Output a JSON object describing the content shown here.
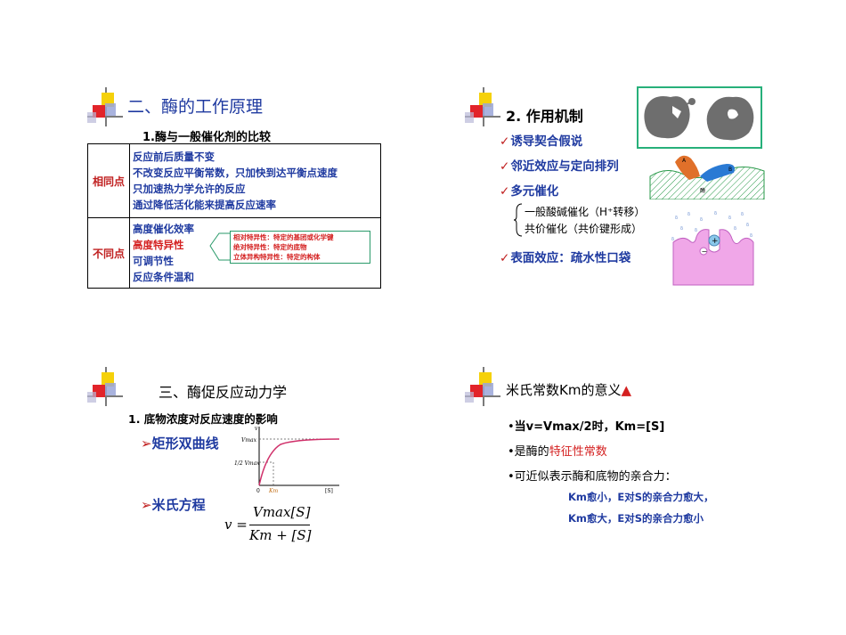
{
  "slide1": {
    "title": "二、酶的工作原理",
    "subtitle": "1.酶与一般催化剂的比较",
    "table": {
      "rows": [
        {
          "header": "相同点",
          "lines": [
            "反应前后质量不变",
            "不改变反应平衡常数，只加快到达平衡点速度",
            "只加速热力学允许的反应",
            "通过降低活化能来提高反应速率"
          ]
        },
        {
          "header": "不同点",
          "lines": [
            "高度催化效率",
            "高度特异性",
            "可调节性",
            "反应条件温和"
          ]
        }
      ]
    },
    "callout": [
      "相对特异性：特定的基团或化学键",
      "绝对特异性：特定的底物",
      "立体异构特异性：特定的构体"
    ]
  },
  "slide2": {
    "title": "2. 作用机制",
    "items": [
      "诱导契合假说",
      "邻近效应与定向排列",
      "多元催化",
      "表面效应：疏水性口袋"
    ],
    "sub_items": [
      "一般酸碱催化（H⁺转移）",
      "共价催化（共价键形成）"
    ],
    "diagram_labels": {
      "a": "A",
      "b": "B",
      "enzyme": "酶",
      "plus": "+",
      "minus": "−"
    }
  },
  "slide3": {
    "title": "三、酶促反应动力学",
    "subtitle": "1. 底物浓度对反应速度的影响",
    "items": [
      "矩形双曲线",
      "米氏方程"
    ],
    "arrow_glyph": "➢",
    "graph": {
      "y_axis": "v",
      "vmax": "Vmax",
      "half": "1/2 Vmax",
      "origin": "0",
      "km": "Km",
      "x_axis": "[S]"
    },
    "equation": {
      "lhs": "v =",
      "numerator": "Vmax[S]",
      "denominator": "Km + [S]"
    }
  },
  "slide4": {
    "title": "米氏常数Km的意义",
    "title_mark": "▲",
    "lines": [
      "当v=Vmax/2时，Km=[S]",
      "是酶的特征性常数",
      "可近似表示酶和底物的亲合力："
    ],
    "line2_prefix": "是酶的",
    "line2_highlight": "特征性常数",
    "notes": [
      "Km愈小，E对S的亲合力愈大，",
      "Km愈大，E对S的亲合力愈小"
    ]
  },
  "colors": {
    "blue_text": "#1f3aa0",
    "red_text": "#d42020",
    "deco_yellow": "#f5d10a",
    "deco_red": "#e2242a",
    "deco_blue": "#9aa6d8"
  }
}
